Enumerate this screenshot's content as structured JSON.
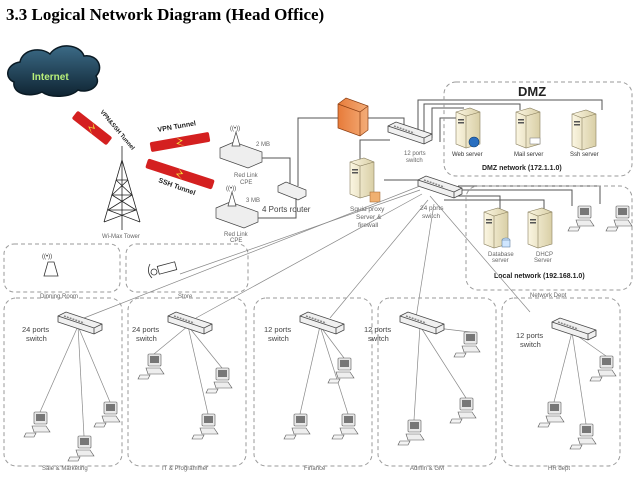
{
  "title": "3.3 Logical Network Diagram (Head Office)",
  "colors": {
    "cloud": "#1f3f55",
    "internet_text": "#b8f07a",
    "tunnel": "#d42020",
    "lightning": "#f5e43a",
    "firewall": "#e8894a",
    "server": "#efe6c4",
    "zone_border": "#9a9a9a"
  },
  "internet": {
    "label": "Internet",
    "icon": "cloud-icon"
  },
  "tunnels": [
    {
      "label": "VPN&SSH Tunnel",
      "icon": "tunnel-icon"
    },
    {
      "label": "VPN Tunnel",
      "icon": "tunnel-icon"
    },
    {
      "label": "SSH Tunnel",
      "icon": "tunnel-icon"
    }
  ],
  "tower": {
    "label": "Wi-Max Tower",
    "icon": "radio-tower-icon"
  },
  "cpes": [
    {
      "label_line1": "Red Link",
      "label_line2": "CPE",
      "bandwidth": "2 MB",
      "icon": "wireless-cpe-icon"
    },
    {
      "label_line1": "Red Link",
      "label_line2": "CPE",
      "bandwidth": "3 MB",
      "icon": "wireless-cpe-icon"
    }
  ],
  "router": {
    "label": "4 Ports router",
    "icon": "router-icon"
  },
  "firewall": {
    "icon": "firewall-icon"
  },
  "dmz_switch": {
    "label_line1": "12 ports",
    "label_line2": "switch"
  },
  "proxy": {
    "label_line1": "Squid proxy",
    "label_line2": "Server &",
    "label_line3": "firewall",
    "icon": "server-icon"
  },
  "core_switch": {
    "label_line1": "24 ports",
    "label_line2": "switch"
  },
  "dmz": {
    "title": "DMZ",
    "network": "DMZ network (172.1.1.0)",
    "servers": [
      {
        "label": "Web server",
        "icon": "web-server-icon"
      },
      {
        "label": "Mail server",
        "icon": "mail-server-icon"
      },
      {
        "label": "Ssh server",
        "icon": "server-icon"
      }
    ]
  },
  "local": {
    "network": "Local network (192.168.1.0)",
    "servers": [
      {
        "label_line1": "Database",
        "label_line2": "server",
        "icon": "database-server-icon"
      },
      {
        "label_line1": "DHCP",
        "label_line2": "Server",
        "icon": "server-icon"
      }
    ],
    "dept_label": "Network Dept"
  },
  "rooms": [
    {
      "label": "Dinning Room",
      "icon": "wireless-access-point-icon"
    },
    {
      "label": "Store",
      "icon": "cctv-camera-icon"
    }
  ],
  "departments": [
    {
      "label": "Sale & Marketing",
      "switch_line1": "24 ports",
      "switch_line2": "switch"
    },
    {
      "label": "IT & Programmer",
      "switch_line1": "24 ports",
      "switch_line2": "switch"
    },
    {
      "label": "Finance",
      "switch_line1": "12 ports",
      "switch_line2": "switch"
    },
    {
      "label": "Admin & GM",
      "switch_line1": "12 ports",
      "switch_line2": "switch"
    },
    {
      "label": "HR dept",
      "switch_line1": "12 ports",
      "switch_line2": "switch"
    }
  ]
}
